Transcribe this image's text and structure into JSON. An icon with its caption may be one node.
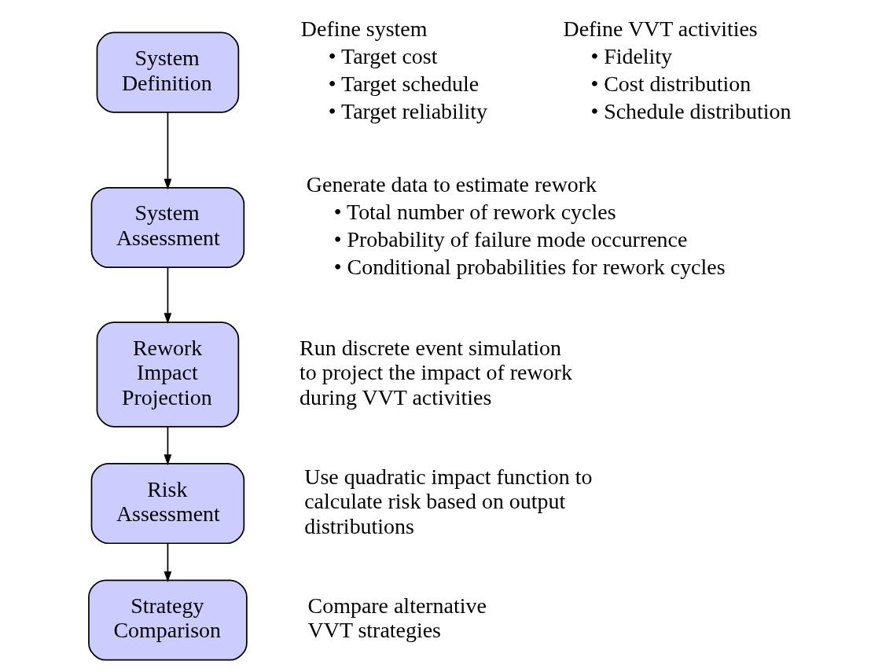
{
  "diagram": {
    "nodes": [
      {
        "text": [
          "System Definition"
        ],
        "beside": [
          "Define system",
          "• Target cost",
          "• Target schedule",
          "• Target reliability",
          "Define VVT activities",
          "• Fidelity",
          "• Cost distribution",
          "• Schedule distribution"
        ]
      },
      {
        "text": [
          "System Assessment"
        ],
        "beside": [
          "Generate data to estimate rework",
          "• Total number of rework cycles",
          "• Probability of failure mode occurrence",
          "• Conditional probabilities for rework cycles"
        ]
      },
      {
        "text": [
          "Rework Impact Projection"
        ],
        "beside": [
          "Run discrete event simulation to project the impact of rework during VVT activities"
        ]
      },
      {
        "text": [
          "Risk Assessment"
        ],
        "beside": [
          "Use quadratic impact function to calculate risk based on output distributions"
        ]
      },
      {
        "text": [
          "Strategy Comparison"
        ],
        "beside": [
          "Compare alternative VVT strategies"
        ]
      }
    ],
    "edges": [
      {
        "from": 0,
        "to": 1,
        "arrow": "to"
      },
      {
        "from": 1,
        "to": 2,
        "arrow": "to"
      },
      {
        "from": 2,
        "to": 3,
        "arrow": "to"
      },
      {
        "from": 3,
        "to": 4,
        "arrow": "to"
      }
    ]
  }
}
